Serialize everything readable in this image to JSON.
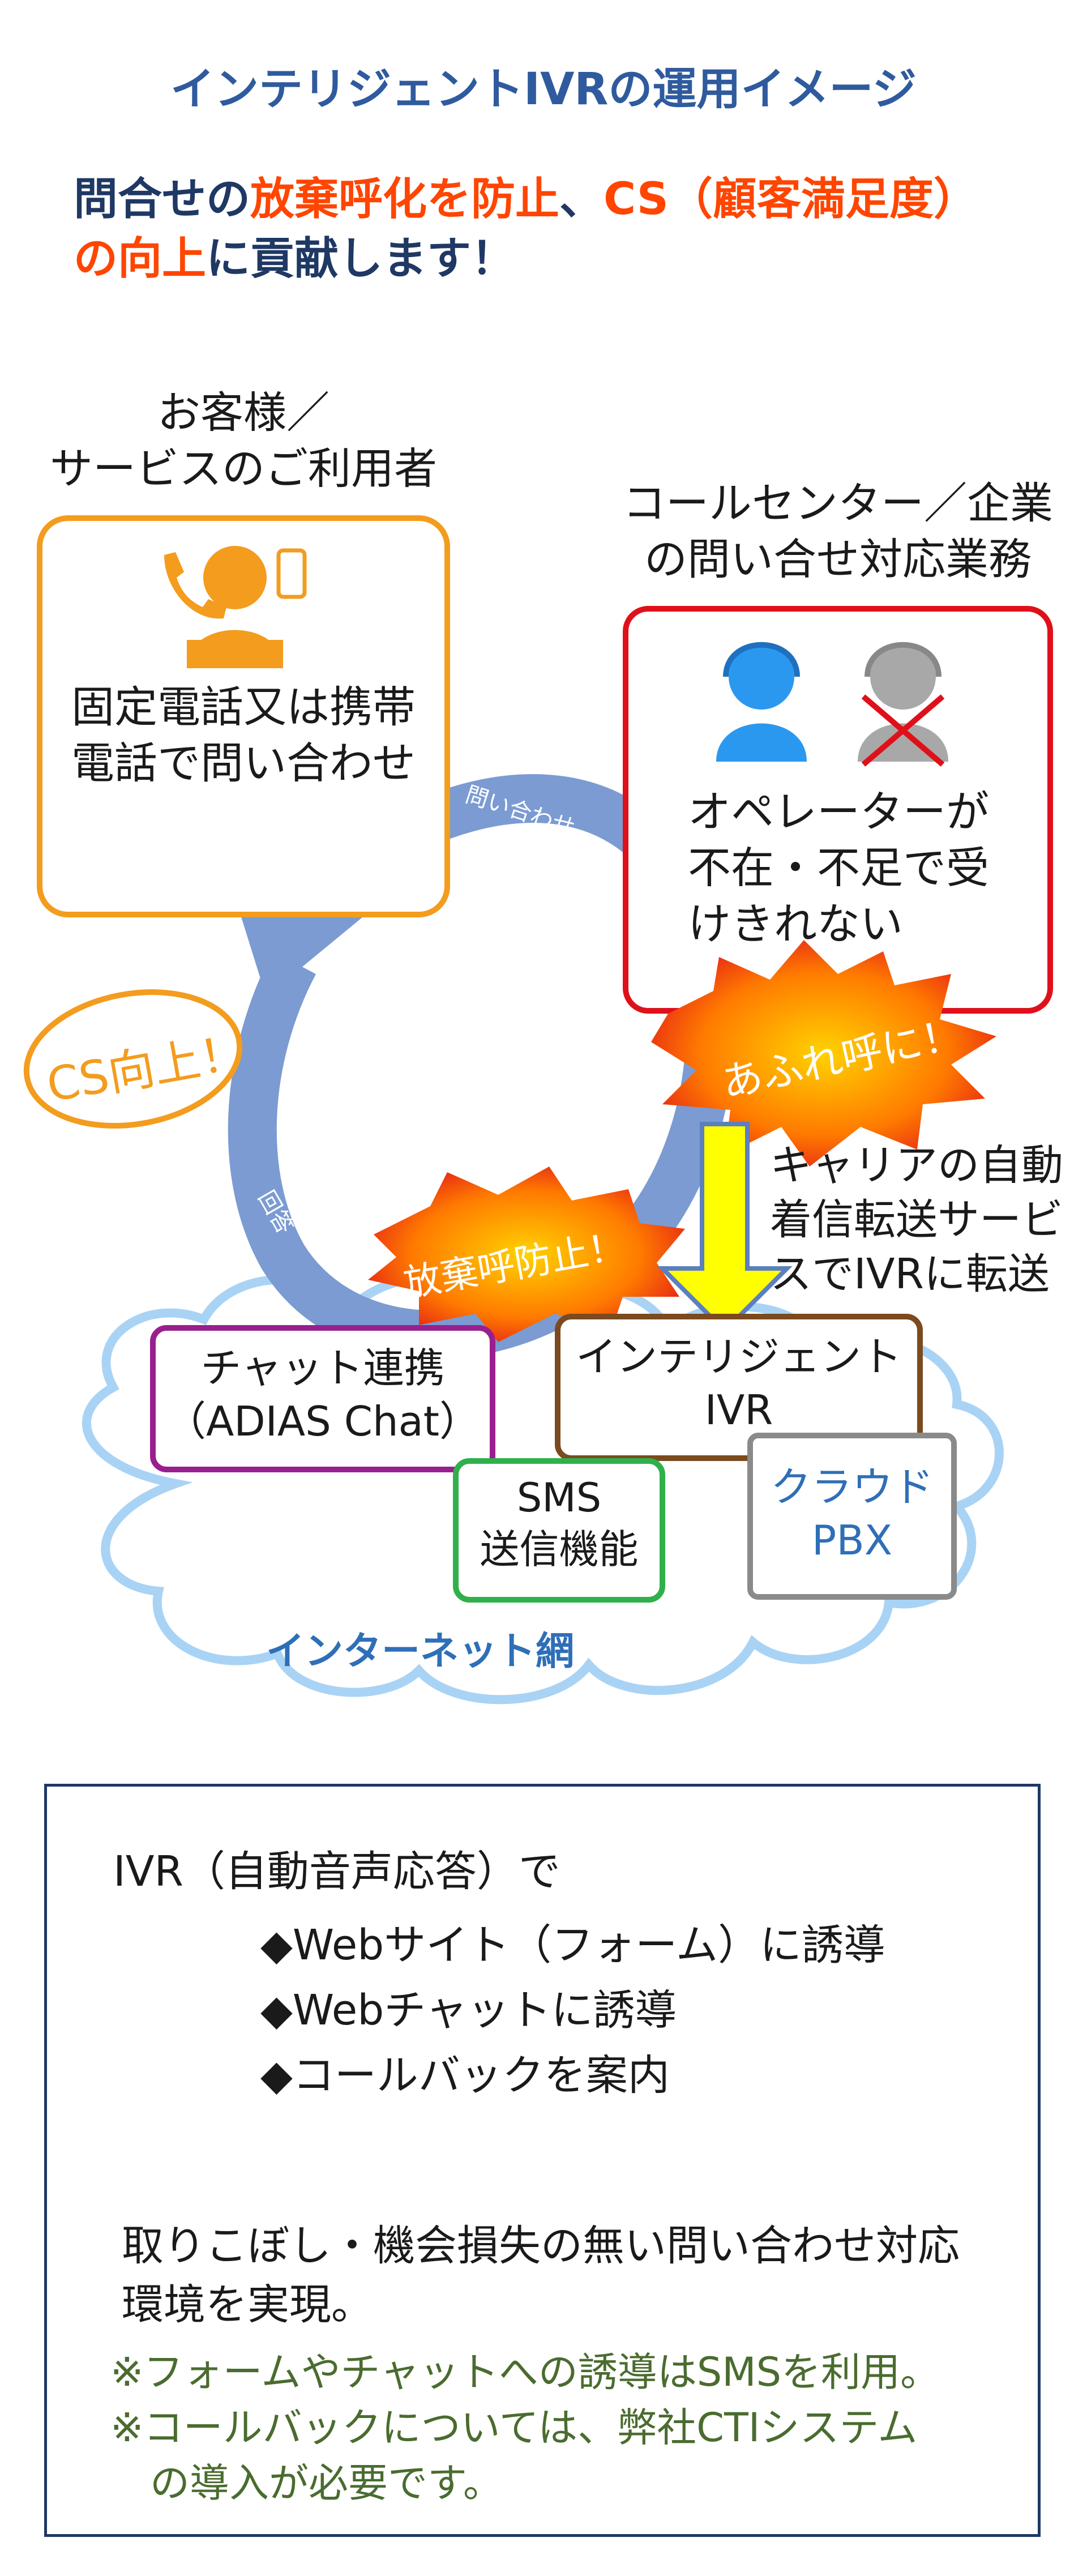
{
  "title": "インテリジェントIVRの運用イメージ",
  "lead": {
    "p1": "問合せの",
    "p2": "放棄呼化を防止",
    "p3": "、",
    "p4": "CS（顧客満足度）",
    "p5": "の向上",
    "p6": "に貢献します！"
  },
  "customer": {
    "label_l1": "お客様／",
    "label_l2": "サービスのご利用者",
    "box_l1": "固定電話又は携帯",
    "box_l2": "電話で問い合わせ"
  },
  "callcenter": {
    "label_l1": "コールセンター／企業",
    "label_l2": "の問い合せ対応業務",
    "box_l1": "オペレーターが",
    "box_l2": "不在・不足で受",
    "box_l3": "けきれない"
  },
  "cycle": {
    "inquiry": "問い合わせ",
    "answer": "回答"
  },
  "badges": {
    "cs_up": "CS向上！",
    "overflow": "あふれ呼に！",
    "prevent": "放棄呼防止！"
  },
  "transfer": {
    "l1": "キャリアの自動",
    "l2": "着信転送サービ",
    "l3": "スでIVRに転送"
  },
  "boxes": {
    "chat_l1": "チャット連携",
    "chat_l2": "（ADIAS Chat）",
    "ivr_l1": "インテリジェント",
    "ivr_l2": "IVR",
    "sms_l1": "SMS",
    "sms_l2": "送信機能",
    "pbx_l1": "クラウド",
    "pbx_l2": "PBX",
    "internet": "インターネット網"
  },
  "notes": {
    "intro": "IVR（自動音声応答）で",
    "b1": "◆Webサイト（フォーム）に誘導",
    "b2": "◆Webチャットに誘導",
    "b3": "◆コールバックを案内",
    "result_l1": "取りこぼし・機会損失の無い問い合わせ対応",
    "result_l2": "環境を実現。",
    "n1": "※フォームやチャットへの誘導はSMSを利用。",
    "n2": "※コールバックについては、弊社CTIシステム",
    "n3": "　の導入が必要です。"
  },
  "colors": {
    "navy": "#1f3864",
    "accent_red": "#ff4500",
    "orange": "#f39c1e",
    "red_box": "#e0101a",
    "blue_arrow": "#7b9bd2",
    "cloud": "#a9d3f5",
    "purple": "#9a1f8e",
    "brown": "#7b4a1e",
    "green": "#2fb04b",
    "gray": "#8a8a8a"
  }
}
